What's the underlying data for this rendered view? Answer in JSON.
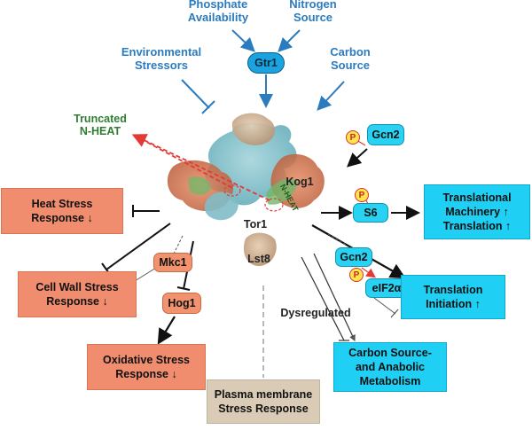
{
  "inputs": {
    "phosphate": "Phosphate\nAvailability",
    "nitrogen": "Nitrogen\nSource",
    "environmental": "Environmental\nStressors",
    "carbon": "Carbon\nSource"
  },
  "nodes": {
    "gtr1": "Gtr1",
    "gcn2_top": "Gcn2",
    "gcn2_mid": "Gcn2",
    "s6": "S6",
    "mkc1": "Mkc1",
    "hog1": "Hog1",
    "eif2a": "eIF2α",
    "phospho": "P"
  },
  "complex": {
    "kog1": "Kog1",
    "tor1": "Tor1",
    "lst8": "Lst8",
    "nheat": "N-HEAT",
    "truncated": "Truncated\nN-HEAT"
  },
  "outputs": {
    "heat_stress": "Heat Stress\nResponse ↓",
    "cell_wall": "Cell Wall Stress\nResponse ↓",
    "oxidative": "Oxidative Stress\nResponse ↓",
    "plasma_membrane": "Plasma membrane\nStress Response",
    "translational_machinery": "Translational\nMachinery ↑\nTranslation ↑",
    "translation_initiation": "Translation\nInitiation ↑",
    "carbon_metabolism": "Carbon Source-\nand Anabolic\nMetabolism"
  },
  "annotations": {
    "dysregulated": "Dysregulated"
  },
  "colors": {
    "input_text": "#2b7bbf",
    "truncated_text": "#2e7d32",
    "inhibition_box": "#f08d6e",
    "activation_box": "#1fd0f4",
    "neutral_box": "#d9cbb6",
    "dashed_arrow": "#e53935"
  }
}
